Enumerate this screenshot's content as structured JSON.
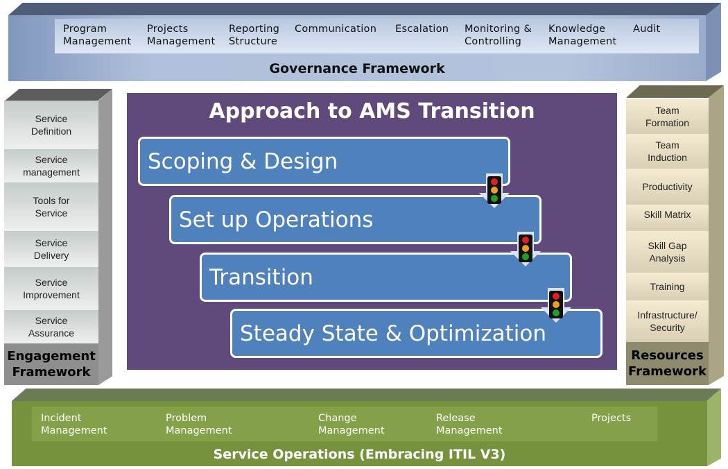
{
  "governance": {
    "title": "Governance Framework",
    "items": [
      "Program\nManagement",
      "Projects\nManagement",
      "Reporting\nStructure",
      "Communication",
      "Escalation",
      "Monitoring &\nControlling",
      "Knowledge\nManagement",
      "Audit"
    ]
  },
  "engagement": {
    "title": "Engagement\nFramework",
    "items": [
      "Service\nDefinition",
      "Service\nmanagement",
      "Tools for\nService",
      "Service\nDelivery",
      "Service\nImprovement",
      "Service\nAssurance"
    ]
  },
  "resources": {
    "title": "Resources\nFramework",
    "items": [
      "Team\nFormation",
      "Team\nInduction",
      "Productivity",
      "Skill Matrix",
      "Skill Gap\nAnalysis",
      "Training",
      "Infrastructure/\nSecurity"
    ]
  },
  "approach": {
    "title": "Approach to AMS Transition",
    "steps": [
      "Scoping & Design",
      "Set up Operations",
      "Transition",
      "Steady State & Optimization"
    ]
  },
  "operations": {
    "title": "Service Operations (Embracing ITIL  V3)",
    "items": [
      "Incident\nManagement",
      "Problem\nManagement",
      "Change\nManagement",
      "Release\nManagement",
      "Projects"
    ]
  },
  "colors": {
    "panel": "#5f4a7b",
    "step": "#4f81bd",
    "governance": "#b4c3dc",
    "operations": "#76923c"
  }
}
